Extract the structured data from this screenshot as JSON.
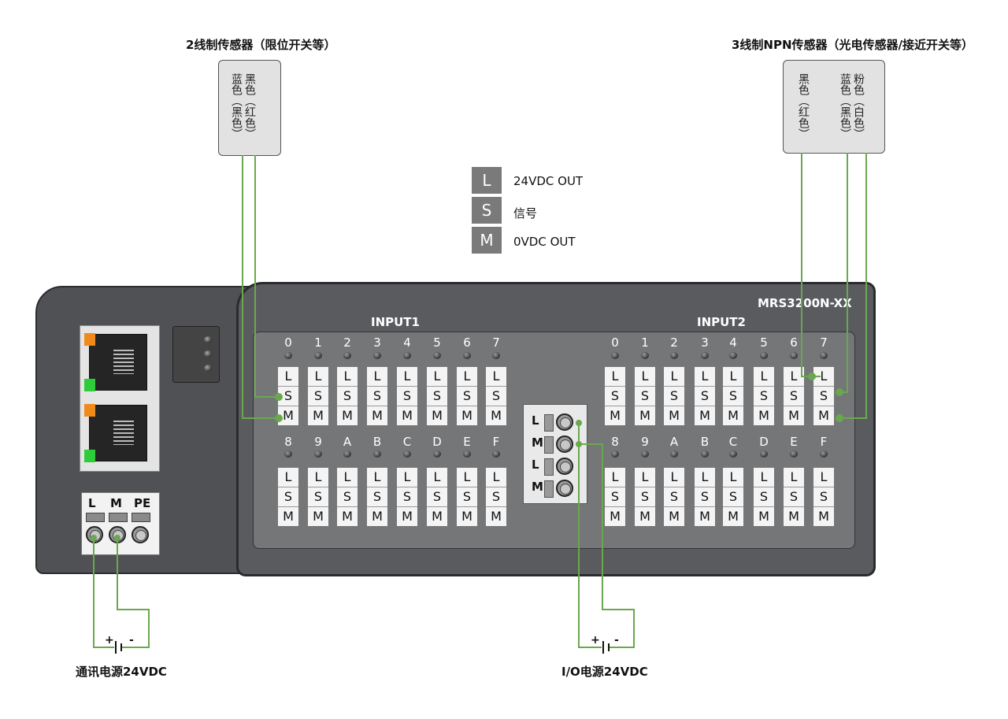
{
  "captions": {
    "two_wire": "2线制传感器（限位开关等）",
    "three_wire": "3线制NPN传感器（光电传感器/接近开关等）",
    "comm_power": "通讯电源24VDC",
    "io_power": "I/O电源24VDC"
  },
  "sensor2": {
    "line1": "黑色（红色）",
    "line2": "蓝色（黑色）"
  },
  "sensor3": {
    "line1": "黑色（红色）",
    "line2": "粉色（白色）",
    "line3": "蓝色（黑色）"
  },
  "legend": [
    {
      "key": "L",
      "text": "24VDC OUT"
    },
    {
      "key": "S",
      "text": "信号"
    },
    {
      "key": "M",
      "text": "0VDC OUT"
    }
  ],
  "device": {
    "model": "MRS3200N-XX",
    "input1_title": "INPUT1",
    "input2_title": "INPUT2",
    "row1_channels": [
      "0",
      "1",
      "2",
      "3",
      "4",
      "5",
      "6",
      "7"
    ],
    "row2_channels": [
      "8",
      "9",
      "A",
      "B",
      "C",
      "D",
      "E",
      "F"
    ],
    "terminal_rows": [
      "L",
      "S",
      "M"
    ],
    "power_labels": [
      "L",
      "M",
      "PE"
    ],
    "io_labels": [
      "L",
      "M",
      "L",
      "M"
    ],
    "battery_plus": "+",
    "battery_minus": "-"
  },
  "colors": {
    "wire": "#6aa84f",
    "body": "#595b5e",
    "panel": "#747678"
  }
}
